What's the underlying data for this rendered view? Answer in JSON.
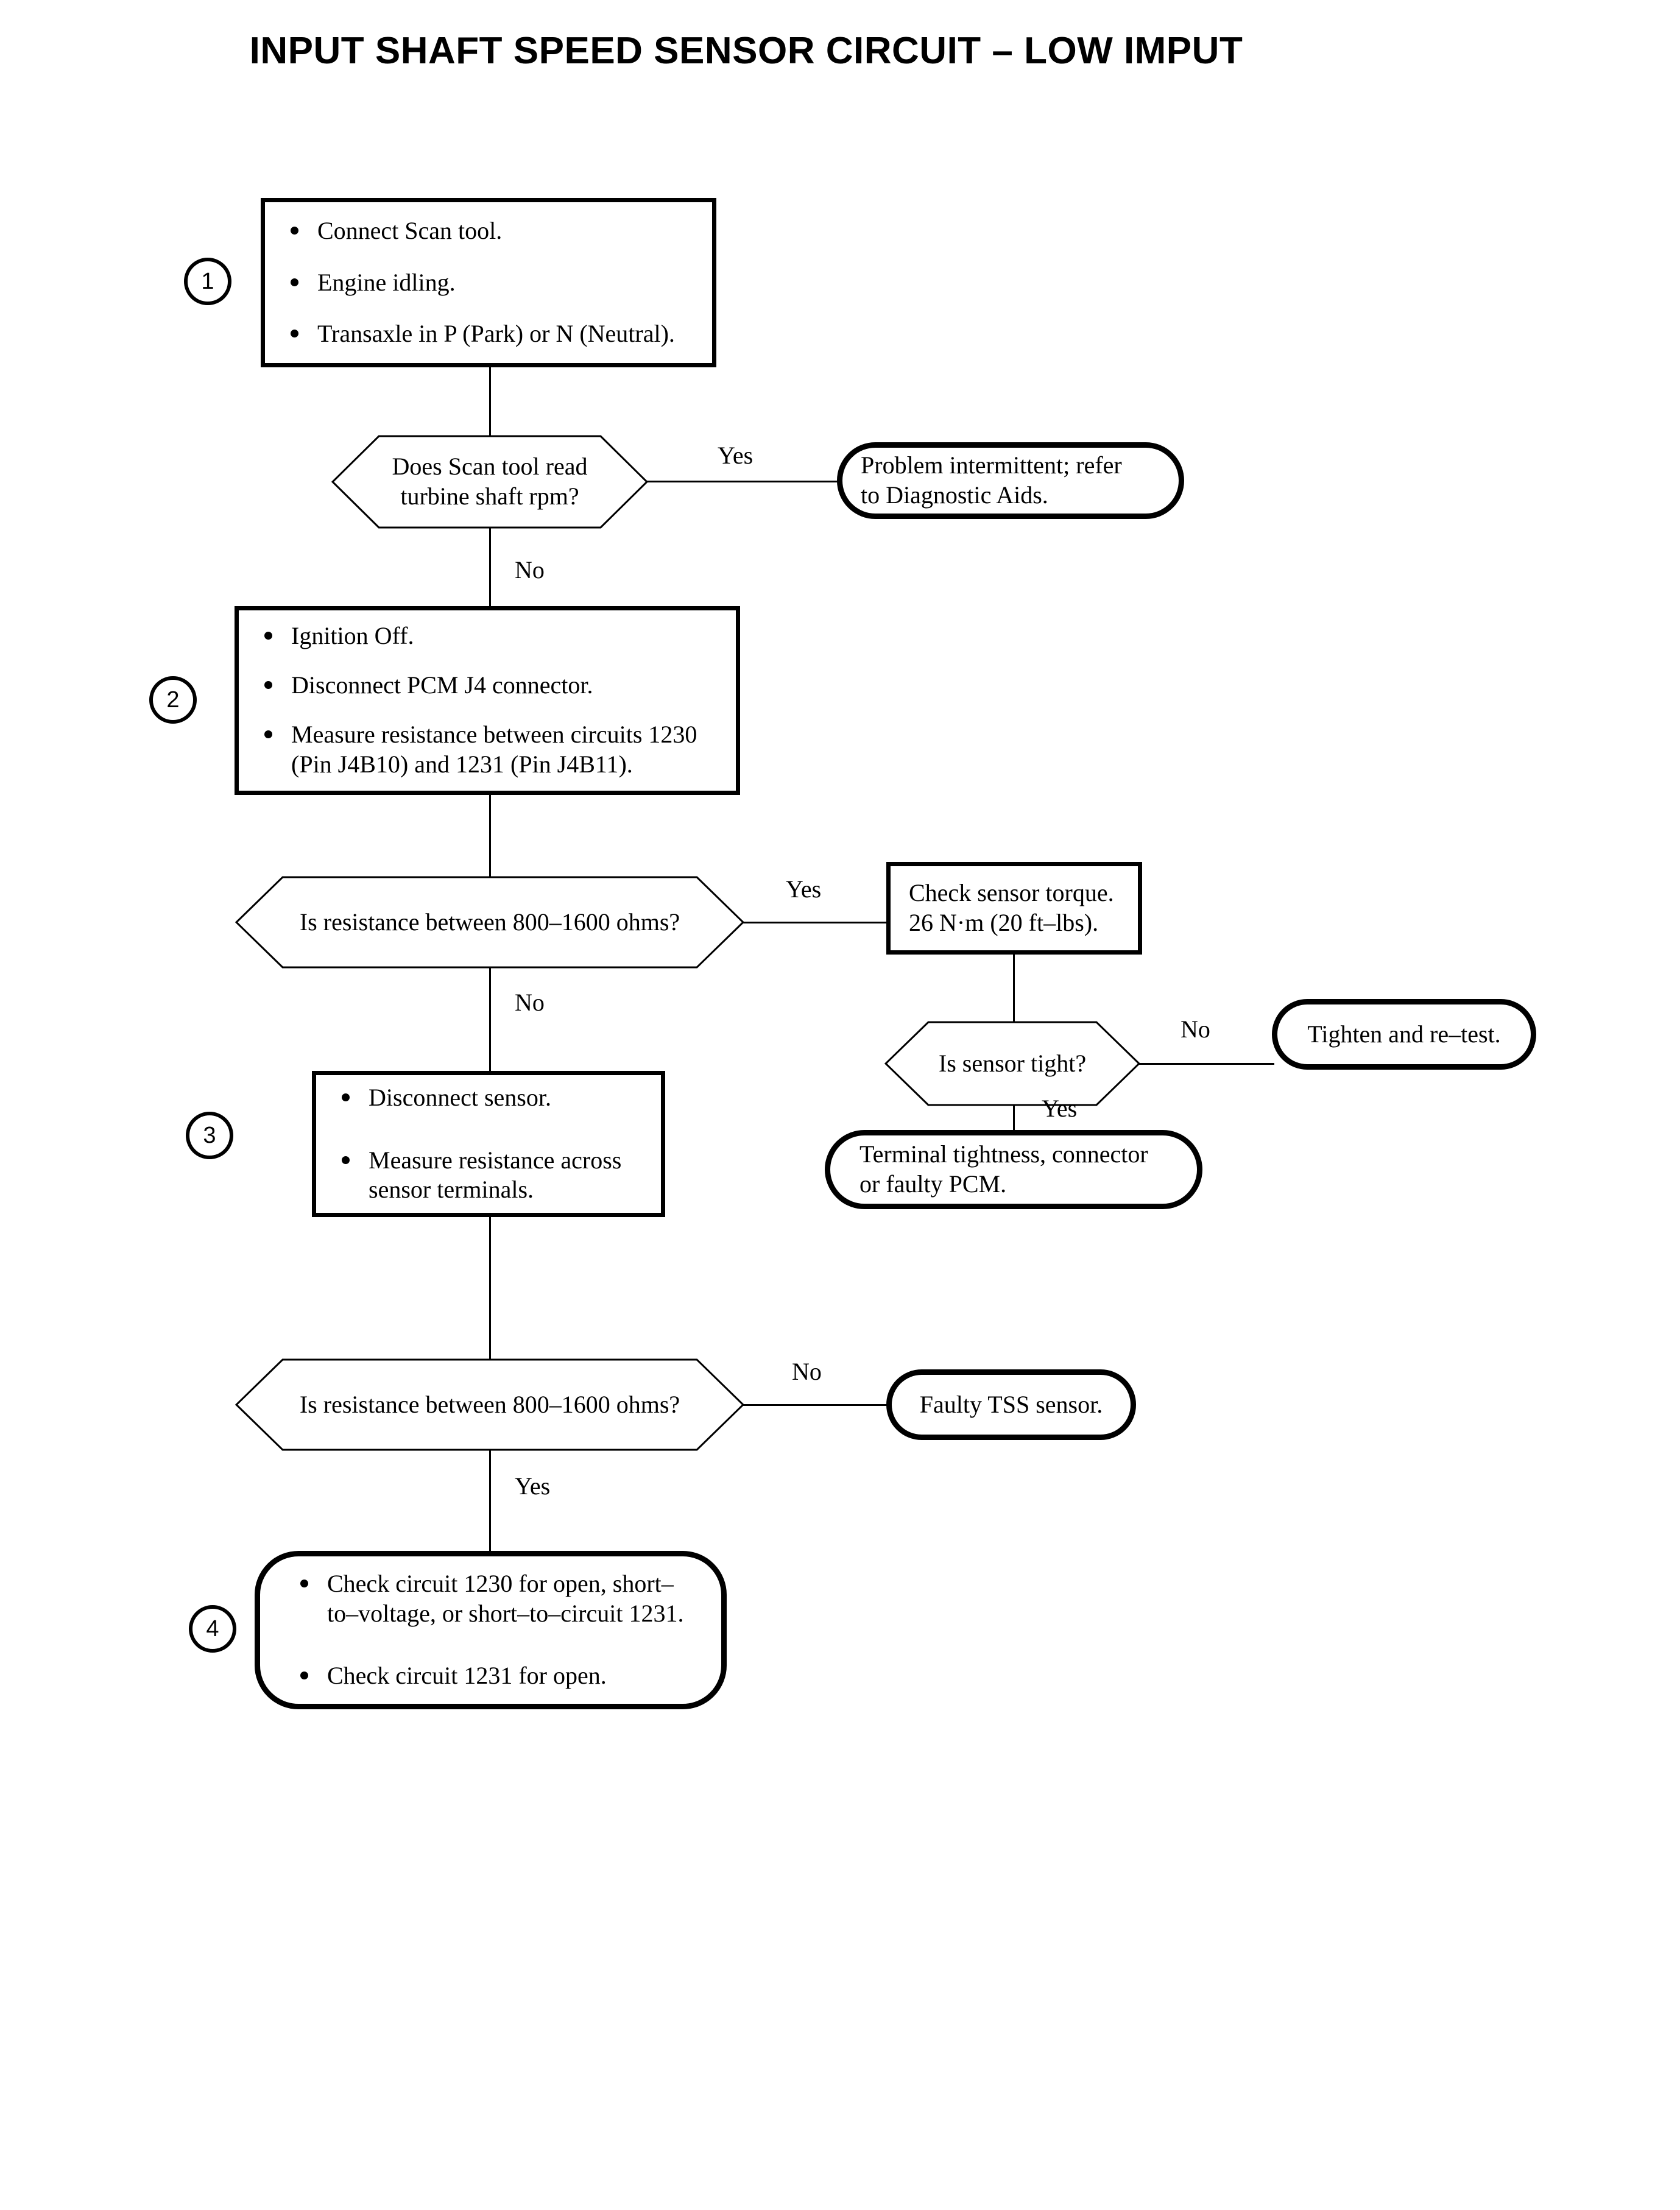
{
  "title": "INPUT SHAFT SPEED SENSOR CIRCUIT – LOW IMPUT",
  "steps": {
    "one": "1",
    "two": "2",
    "three": "3",
    "four": "4"
  },
  "nodes": {
    "step1": {
      "kind": "process",
      "bullets": [
        "Connect Scan tool.",
        "Engine idling.",
        "Transaxle in P (Park) or N (Neutral)."
      ]
    },
    "decision1": {
      "kind": "decision",
      "line1": "Does Scan tool read",
      "line2": "turbine shaft rpm?"
    },
    "terminal1": {
      "kind": "terminal",
      "line1": "Problem intermittent; refer",
      "line2": "to Diagnostic Aids."
    },
    "step2": {
      "kind": "process",
      "bullets": [
        "Ignition Off.",
        "Disconnect PCM J4 connector.",
        "Measure resistance between circuits 1230 (Pin J4B10) and 1231 (Pin J4B11)."
      ]
    },
    "decision2": {
      "kind": "decision",
      "line1": "Is resistance between 800–1600 ohms?",
      "line2": ""
    },
    "torque": {
      "kind": "process",
      "line1": "Check sensor torque.",
      "line2": "26 N·m (20 ft–lbs)."
    },
    "decision3": {
      "kind": "decision",
      "line1": "Is sensor tight?",
      "line2": ""
    },
    "terminal2": {
      "kind": "terminal",
      "line1": "Tighten and re–test."
    },
    "step3": {
      "kind": "process",
      "bullets": [
        "Disconnect sensor.",
        "Measure resistance across sensor terminals."
      ]
    },
    "terminal3": {
      "kind": "terminal",
      "line1": "Terminal tightness, connector",
      "line2": "or faulty PCM."
    },
    "decision4": {
      "kind": "decision",
      "line1": "Is resistance between 800–1600 ohms?",
      "line2": ""
    },
    "terminal4": {
      "kind": "terminal",
      "line1": "Faulty TSS sensor."
    },
    "step4": {
      "kind": "rounded-process",
      "bullets": [
        "Check circuit 1230 for open, short–to–voltage, or short–to–circuit 1231.",
        "Check circuit 1231 for open."
      ]
    }
  },
  "branches": {
    "d1_yes": "Yes",
    "d1_no": "No",
    "d2_yes": "Yes",
    "d2_no": "No",
    "d3_no": "No",
    "d3_yes": "Yes",
    "d4_no": "No",
    "d4_yes": "Yes"
  },
  "colors": {
    "ink": "#000000",
    "paper": "#ffffff"
  }
}
